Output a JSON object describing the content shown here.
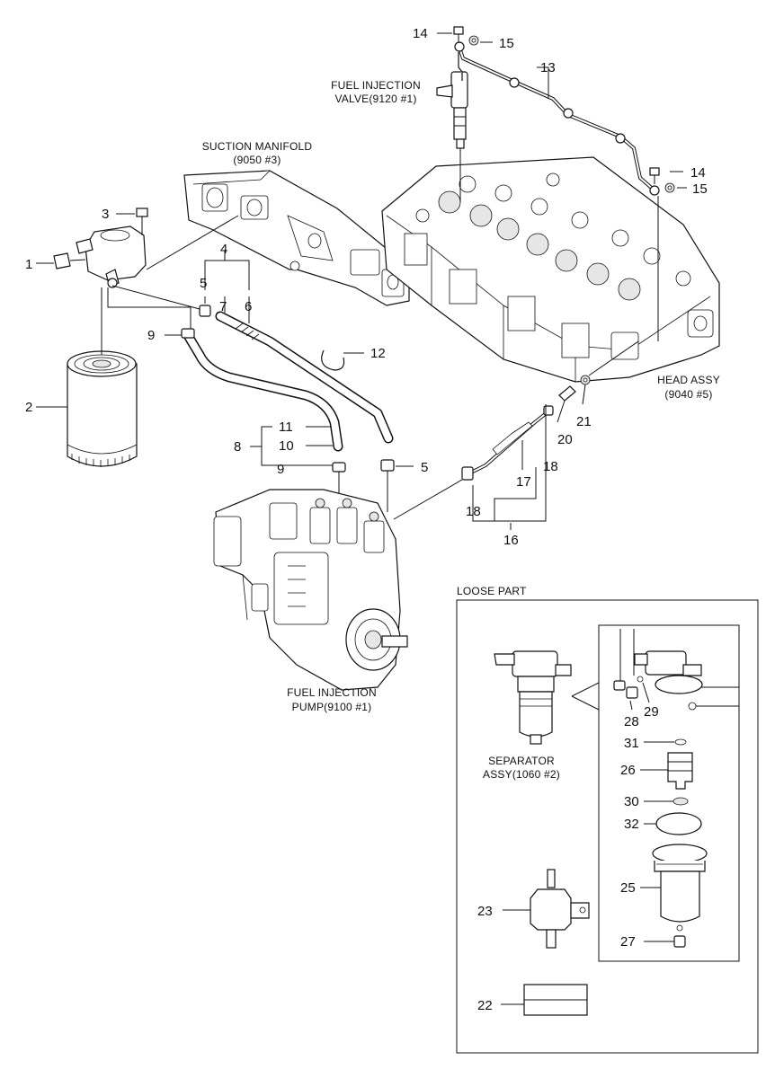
{
  "captions": {
    "suction_manifold_1": "SUCTION MANIFOLD",
    "suction_manifold_2": "(9050 #3)",
    "fuel_injection_valve_1": "FUEL INJECTION",
    "fuel_injection_valve_2": "VALVE(9120 #1)",
    "head_assy_1": "HEAD ASSY",
    "head_assy_2": "(9040 #5)",
    "fuel_injection_pump_1": "FUEL INJECTION",
    "fuel_injection_pump_2": "PUMP(9100 #1)",
    "loose_part": "LOOSE PART",
    "separator_assy_1": "SEPARATOR",
    "separator_assy_2": "ASSY(1060 #2)"
  },
  "callouts": {
    "n1": "1",
    "n2": "2",
    "n3": "3",
    "n4": "4",
    "n5a": "5",
    "n5b": "5",
    "n6": "6",
    "n7": "7",
    "n8": "8",
    "n9a": "9",
    "n9b": "9",
    "n10": "10",
    "n11": "11",
    "n12": "12",
    "n13": "13",
    "n14a": "14",
    "n14b": "14",
    "n15a": "15",
    "n15b": "15",
    "n16": "16",
    "n17": "17",
    "n18a": "18",
    "n18b": "18",
    "n20": "20",
    "n21": "21",
    "n22": "22",
    "n23": "23",
    "n25": "25",
    "n26": "26",
    "n27": "27",
    "n28": "28",
    "n29": "29",
    "n30": "30",
    "n31": "31",
    "n32": "32"
  }
}
